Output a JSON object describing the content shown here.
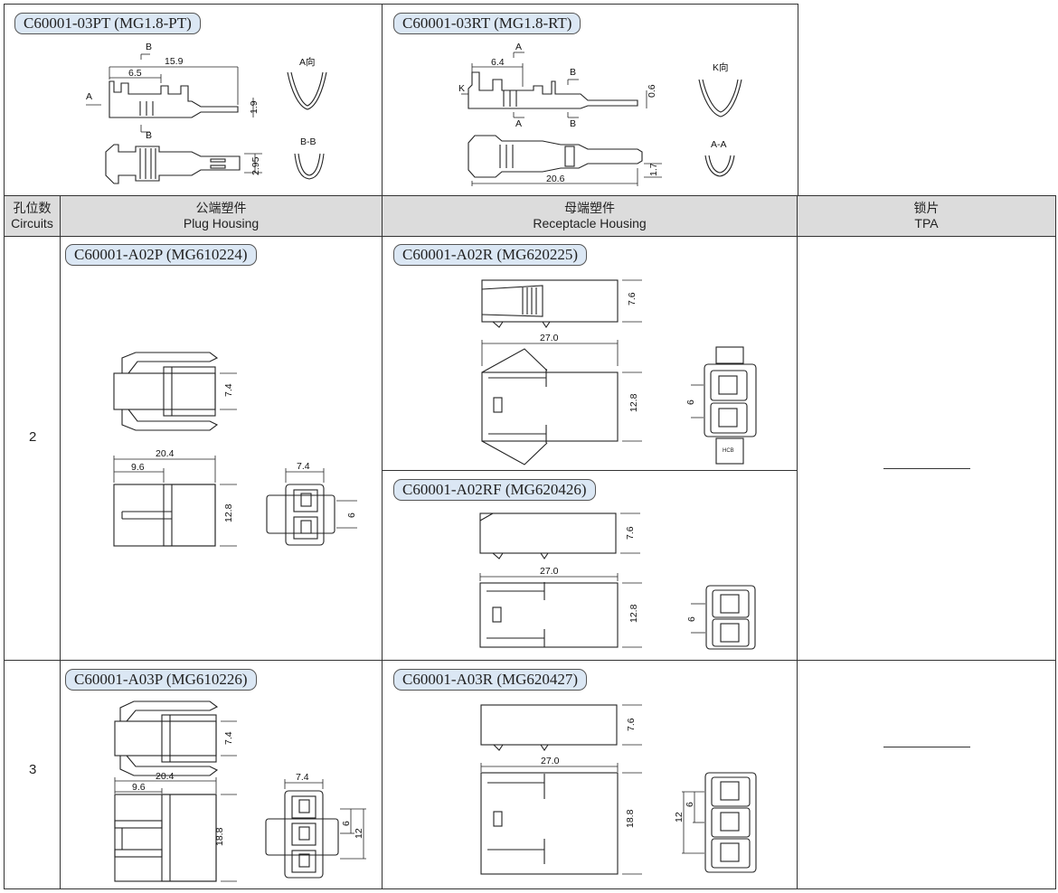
{
  "terminals": [
    {
      "code": "C60001-03PT (MG1.8-PT)",
      "dims": {
        "b1": "B",
        "b2": "B",
        "a": "A",
        "d1": "6.5",
        "d2": "15.9",
        "d3": "1.9",
        "d4": "2.95",
        "view1": "A向",
        "view2": "B-B"
      }
    },
    {
      "code": "C60001-03RT (MG1.8-RT)",
      "dims": {
        "a1": "A",
        "a2": "A",
        "k": "K",
        "b1": "B",
        "b2": "B",
        "d1": "6.4",
        "d2": "0.6",
        "d3": "20.6",
        "d4": "1.7",
        "view1": "K向",
        "view2": "A-A"
      }
    }
  ],
  "table": {
    "headers": [
      {
        "cn": "孔位数",
        "en": "Circuits"
      },
      {
        "cn": "公端塑件",
        "en": "Plug Housing"
      },
      {
        "cn": "母端塑件",
        "en": "Receptacle Housing"
      },
      {
        "cn": "锁片",
        "en": "TPA"
      }
    ],
    "rows": [
      {
        "circuits": "2",
        "plug": {
          "code": "C60001-A02P (MG610224)",
          "dims": {
            "h": "7.4",
            "w": "20.4",
            "w2": "9.6",
            "h2": "12.8",
            "fw": "7.4",
            "fp": "6"
          }
        },
        "receptacles": [
          {
            "code": "C60001-A02R (MG620225)",
            "dims": {
              "h": "7.6",
              "w": "27.0",
              "h2": "12.8",
              "fp": "6",
              "mark": "HCB"
            }
          },
          {
            "code": "C60001-A02RF (MG620426)",
            "dims": {
              "h": "7.6",
              "w": "27.0",
              "h2": "12.8",
              "fp": "6"
            }
          }
        ]
      },
      {
        "circuits": "3",
        "plug": {
          "code": "C60001-A03P (MG610226)",
          "dims": {
            "h": "7.4",
            "w": "20.4",
            "w2": "9.6",
            "h2": "18.8",
            "fw": "7.4",
            "fp": "6",
            "fp2": "12"
          }
        },
        "receptacles": [
          {
            "code": "C60001-A03R (MG620427)",
            "dims": {
              "h": "7.6",
              "w": "27.0",
              "h2": "18.8",
              "fp": "6",
              "fp2": "12"
            }
          }
        ]
      }
    ]
  }
}
